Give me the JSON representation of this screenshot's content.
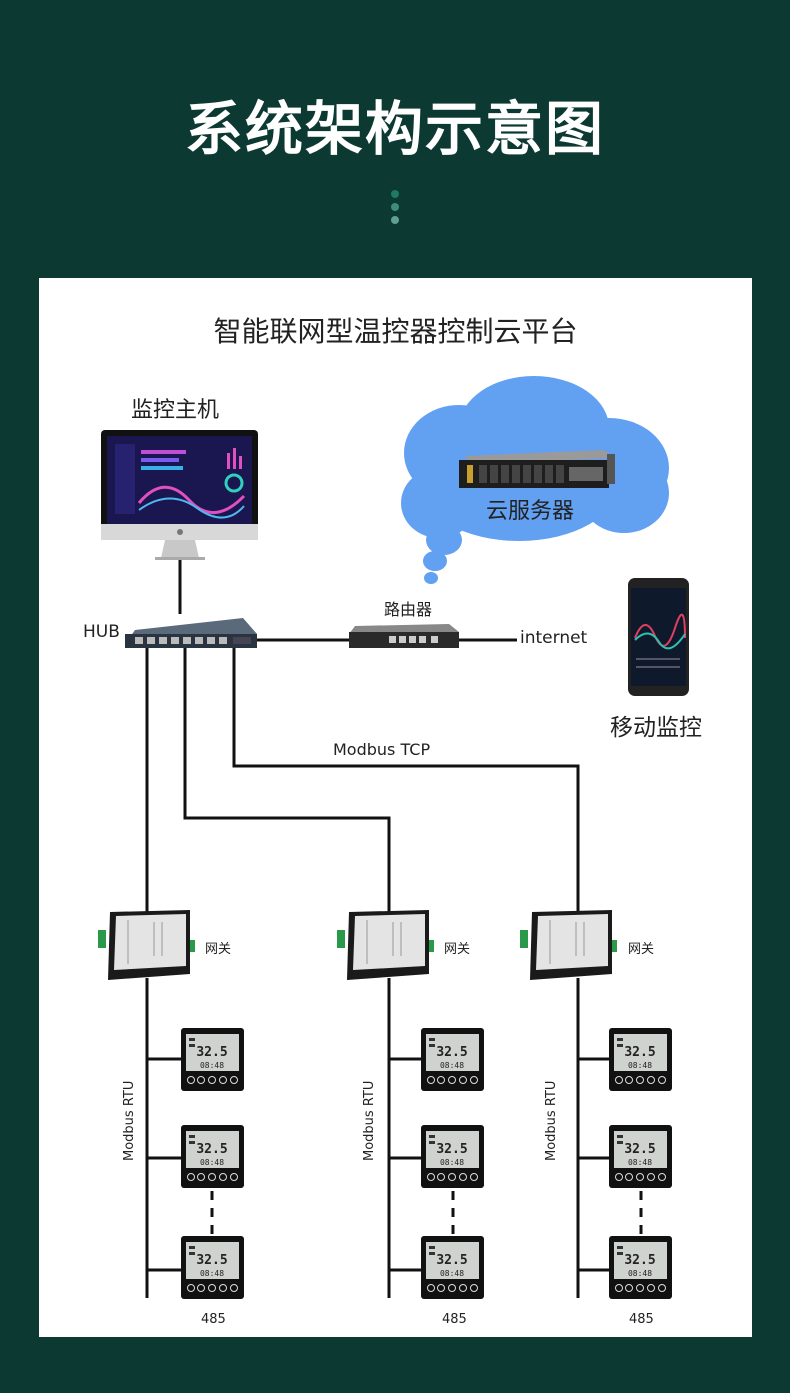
{
  "header": {
    "title": "系统架构示意图"
  },
  "panel": {
    "title": "智能联网型温控器控制云平台",
    "monitor_host_label": "监控主机",
    "cloud_server_label": "云服务器",
    "router_label": "路由器",
    "hub_label": "HUB",
    "internet_label": "internet",
    "mobile_label": "移动监控",
    "modbus_tcp_label": "Modbus TCP",
    "gateway_label": "网关",
    "modbus_rtu_label": "Modbus RTU",
    "bus_label": "485",
    "thermostat": {
      "temp": "32.5",
      "time": "08:48"
    }
  },
  "colors": {
    "background": "#0c3a32",
    "panel": "#ffffff",
    "cloud": "#62a0f2",
    "line": "#111111",
    "dot_top": "#1f7a63",
    "dot_mid": "#3f8c7a",
    "dot_bottom": "#5fa090"
  }
}
